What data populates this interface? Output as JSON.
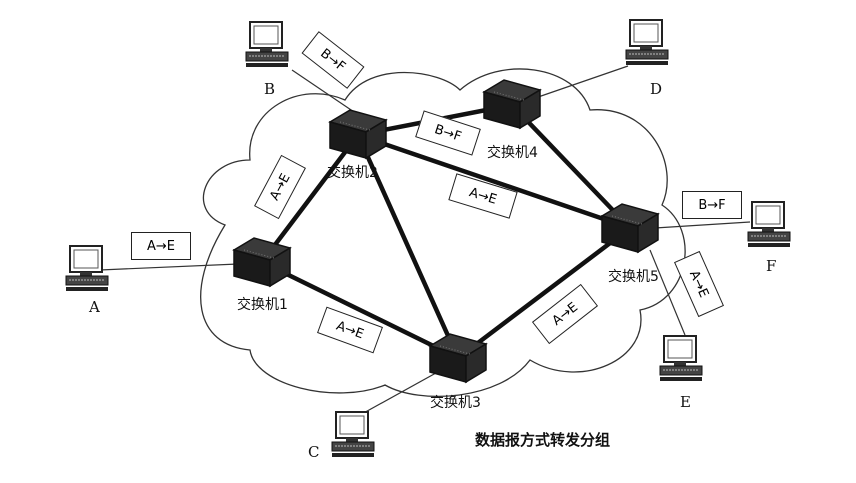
{
  "caption": "数据报方式转发分组",
  "switches": [
    {
      "id": "s1",
      "label": "交换机1"
    },
    {
      "id": "s2",
      "label": "交换机2"
    },
    {
      "id": "s3",
      "label": "交换机3"
    },
    {
      "id": "s4",
      "label": "交换机4"
    },
    {
      "id": "s5",
      "label": "交换机5"
    }
  ],
  "hosts": [
    {
      "id": "A",
      "label": "A"
    },
    {
      "id": "B",
      "label": "B"
    },
    {
      "id": "C",
      "label": "C"
    },
    {
      "id": "D",
      "label": "D"
    },
    {
      "id": "E",
      "label": "E"
    },
    {
      "id": "F",
      "label": "F"
    }
  ],
  "packets": [
    {
      "id": "p-a-s1",
      "label": "A→E"
    },
    {
      "id": "p-s1-s2",
      "label": "A→E"
    },
    {
      "id": "p-b-s2",
      "label": "B→F"
    },
    {
      "id": "p-s2-s4",
      "label": "B→F"
    },
    {
      "id": "p-s2-s5",
      "label": "A→E"
    },
    {
      "id": "p-s5-f",
      "label": "B→F"
    },
    {
      "id": "p-s5-e",
      "label": "A→E"
    },
    {
      "id": "p-s1-s3",
      "label": "A→E"
    },
    {
      "id": "p-s3-s5",
      "label": "A→E"
    }
  ]
}
